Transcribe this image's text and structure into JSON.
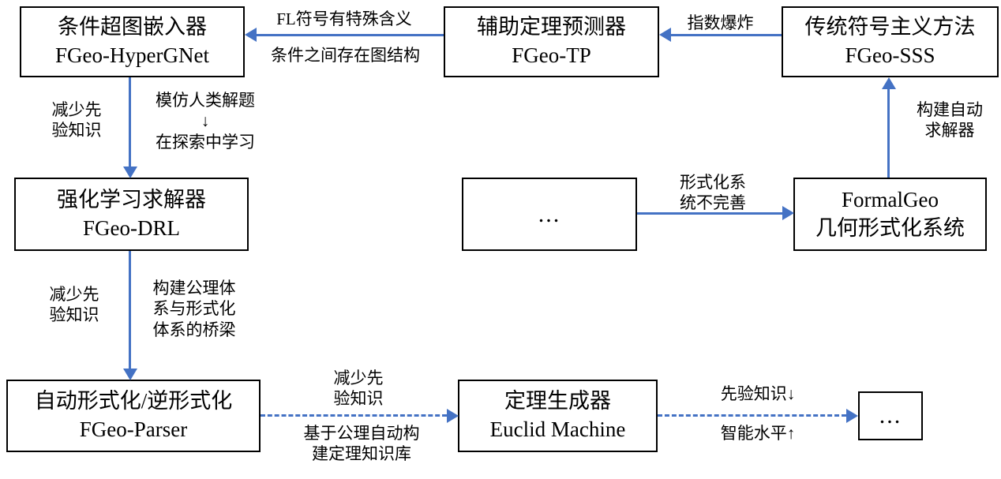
{
  "colors": {
    "arrow": "#4472c4",
    "box_border": "#000000",
    "background": "#ffffff",
    "text": "#000000"
  },
  "boxes": {
    "hypergnet": {
      "title": "条件超图嵌入器",
      "subtitle": "FGeo-HyperGNet"
    },
    "tp": {
      "title": "辅助定理预测器",
      "subtitle": "FGeo-TP"
    },
    "sss": {
      "title": "传统符号主义方法",
      "subtitle": "FGeo-SSS"
    },
    "drl": {
      "title": "强化学习求解器",
      "subtitle": "FGeo-DRL"
    },
    "mid_ellipsis": {
      "title": "..."
    },
    "formalgeo": {
      "title": "FormalGeo",
      "subtitle": "几何形式化系统"
    },
    "parser": {
      "title": "自动形式化/逆形式化",
      "subtitle": "FGeo-Parser"
    },
    "euclid": {
      "title": "定理生成器",
      "subtitle": "Euclid Machine"
    },
    "end_ellipsis": {
      "title": "..."
    }
  },
  "edge_labels": {
    "tp_to_hypergnet_above": "FL符号有特殊含义",
    "tp_to_hypergnet_below": "条件之间存在图结构",
    "sss_to_tp": "指数爆炸",
    "hypergnet_to_drl_left": "减少先\n验知识",
    "hypergnet_to_drl_right": "模仿人类解题\n↓\n在探索中学习",
    "drl_to_parser_left": "减少先\n验知识",
    "drl_to_parser_right": "构建公理体\n系与形式化\n体系的桥梁",
    "formalgeo_to_sss": "构建自动\n求解器",
    "mid_to_formalgeo": "形式化系\n统不完善",
    "parser_to_euclid_above": "减少先\n验知识",
    "parser_to_euclid_below": "基于公理自动构\n建定理知识库",
    "euclid_to_end_above": "先验知识↓",
    "euclid_to_end_below": "智能水平↑"
  }
}
